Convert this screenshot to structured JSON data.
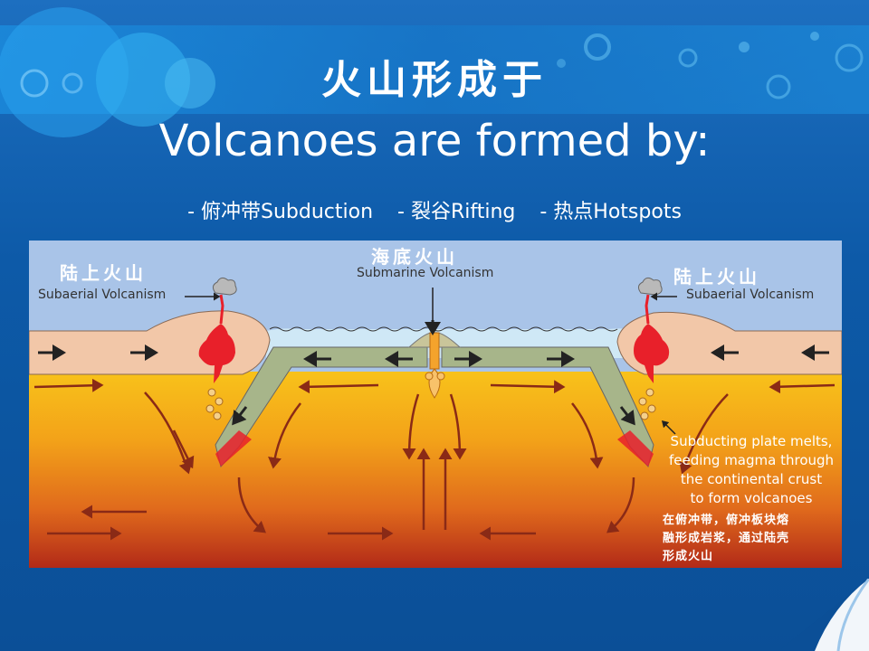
{
  "slide": {
    "title_cn": "火山形成于",
    "title_en": "Volcanoes are formed by:",
    "subtitle": [
      "- 俯冲带Subduction",
      "- 裂谷Rifting",
      "- 热点Hotspots"
    ]
  },
  "diagram": {
    "left_label_cn": "陆上火山",
    "left_label_en": "Subaerial Volcanism",
    "center_label_cn": "海底火山",
    "center_label_en": "Submarine Volcanism",
    "right_label_cn": "陆上火山",
    "right_label_en": "Subaerial Volcanism",
    "note_en": [
      "Subducting plate melts,",
      "feeding magma through",
      "the continental crust",
      "to form volcanoes"
    ],
    "note_cn": [
      "在俯冲带，俯冲板块熔",
      "融形成岩浆，通过陆壳",
      "形成火山"
    ]
  },
  "colors": {
    "background": "#0d5aa8",
    "header_band": "#1b7fd0",
    "sky": "#a9c4e8",
    "ocean": "#cfe8f6",
    "crust": "#f2c7a8",
    "oceanic_plate": "#a7b58a",
    "mantle_top": "#f7b217",
    "mantle_bottom": "#b8301a",
    "magma": "#e8202a",
    "arrow": "#8a2a16"
  }
}
